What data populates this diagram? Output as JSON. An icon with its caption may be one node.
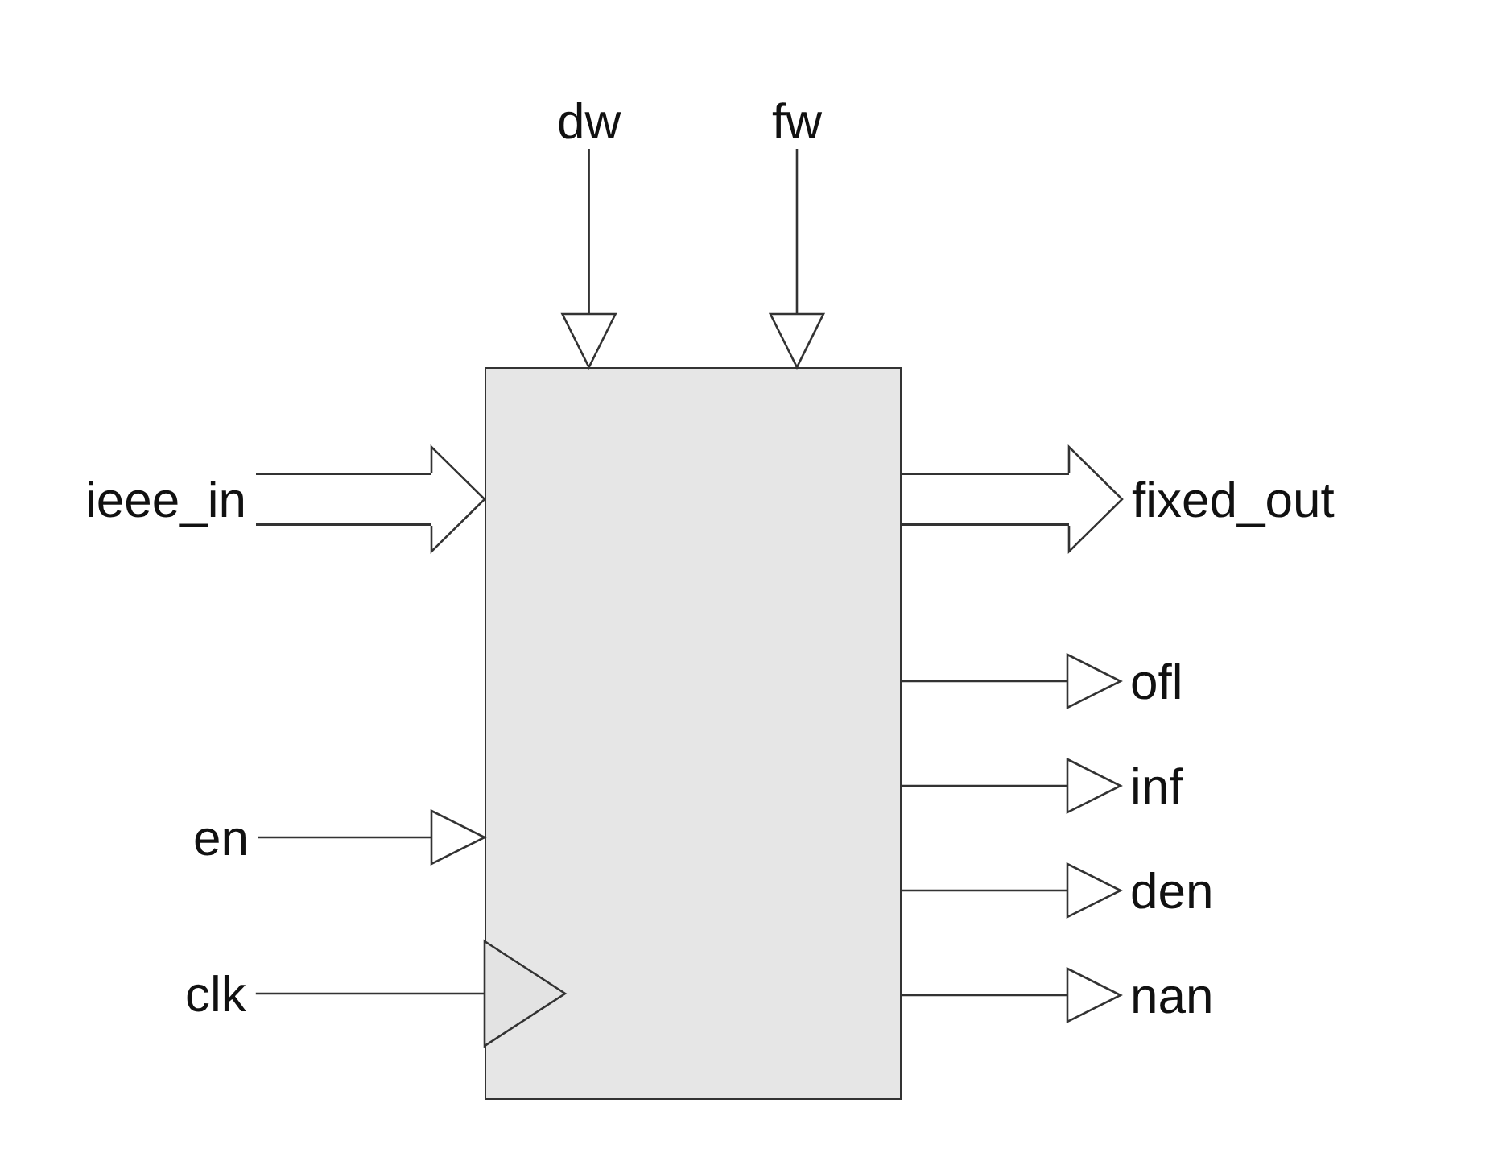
{
  "diagram": {
    "nodes": [
      {
        "text": [
          "dw"
        ]
      },
      {
        "text": [
          "fw"
        ]
      },
      {
        "text": [],
        "shape": "box"
      },
      {
        "text": [
          "ieee_in"
        ]
      },
      {
        "text": [
          "fixed_out"
        ]
      },
      {
        "text": [
          "ofl"
        ]
      },
      {
        "text": [
          "inf"
        ]
      },
      {
        "text": [
          "en"
        ]
      },
      {
        "text": [
          "den"
        ]
      },
      {
        "text": [
          "clk"
        ]
      },
      {
        "text": [
          "nan"
        ]
      }
    ],
    "edges": [
      {
        "from": 0,
        "to": 2,
        "arrow": "to"
      },
      {
        "from": 1,
        "to": 2,
        "arrow": "to"
      },
      {
        "from": 3,
        "to": 2,
        "arrow": "to",
        "style": "thick"
      },
      {
        "from": 2,
        "to": 4,
        "arrow": "to",
        "style": "thick"
      },
      {
        "from": 2,
        "to": 5,
        "arrow": "to"
      },
      {
        "from": 2,
        "to": 6,
        "arrow": "to"
      },
      {
        "from": 7,
        "to": 2,
        "arrow": "to"
      },
      {
        "from": 2,
        "to": 8,
        "arrow": "to"
      },
      {
        "from": 9,
        "to": 2,
        "arrow": "to"
      },
      {
        "from": 2,
        "to": 10,
        "arrow": "to"
      }
    ]
  }
}
